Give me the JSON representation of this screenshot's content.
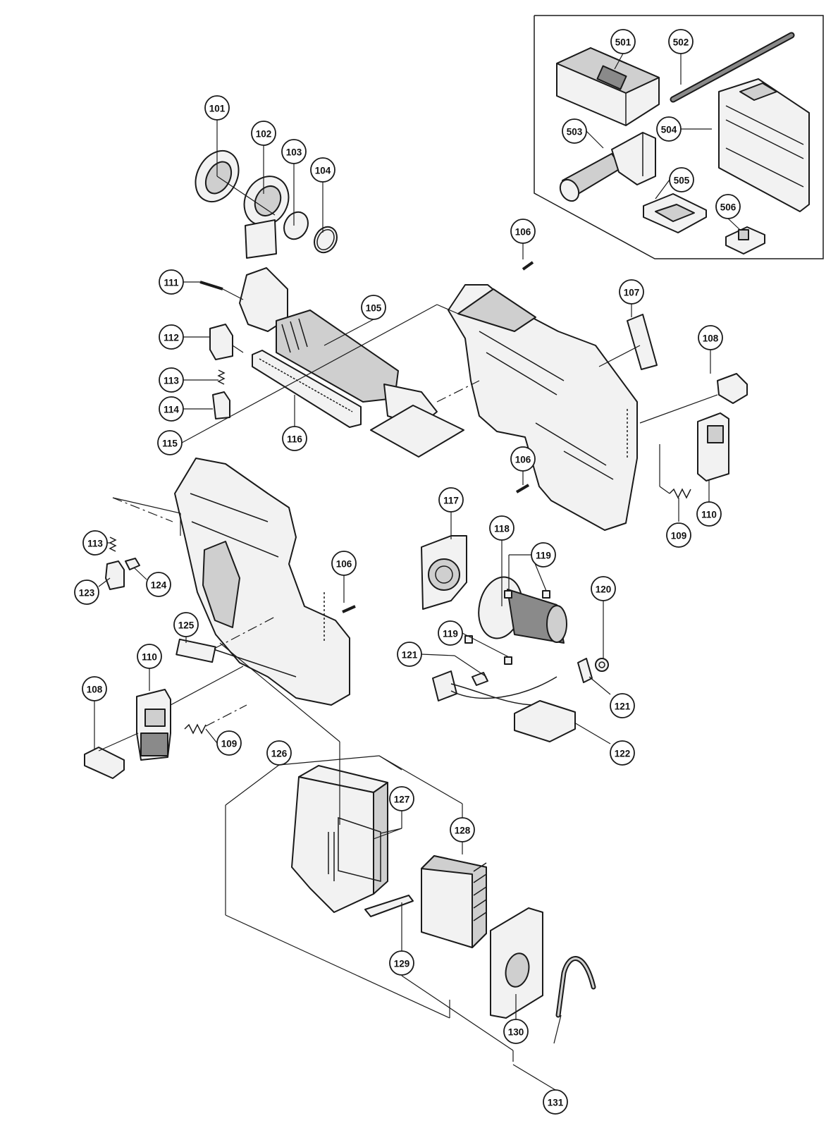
{
  "labels": {
    "p101": "101",
    "p102": "102",
    "p103": "103",
    "p104": "104",
    "p105": "105",
    "p106a": "106",
    "p106b": "106",
    "p106c": "106",
    "p107": "107",
    "p108a": "108",
    "p108b": "108",
    "p109a": "109",
    "p109b": "109",
    "p110a": "110",
    "p110b": "110",
    "p111": "111",
    "p112": "112",
    "p113a": "113",
    "p113b": "113",
    "p114": "114",
    "p115": "115",
    "p116": "116",
    "p117": "117",
    "p118": "118",
    "p119a": "119",
    "p119b": "119",
    "p120": "120",
    "p121a": "121",
    "p121b": "121",
    "p122": "122",
    "p123": "123",
    "p124": "124",
    "p125": "125",
    "p126": "126",
    "p127": "127",
    "p128": "128",
    "p129": "129",
    "p130": "130",
    "p131": "131",
    "p501": "501",
    "p502": "502",
    "p503": "503",
    "p504": "504",
    "p505": "505",
    "p506": "506"
  }
}
